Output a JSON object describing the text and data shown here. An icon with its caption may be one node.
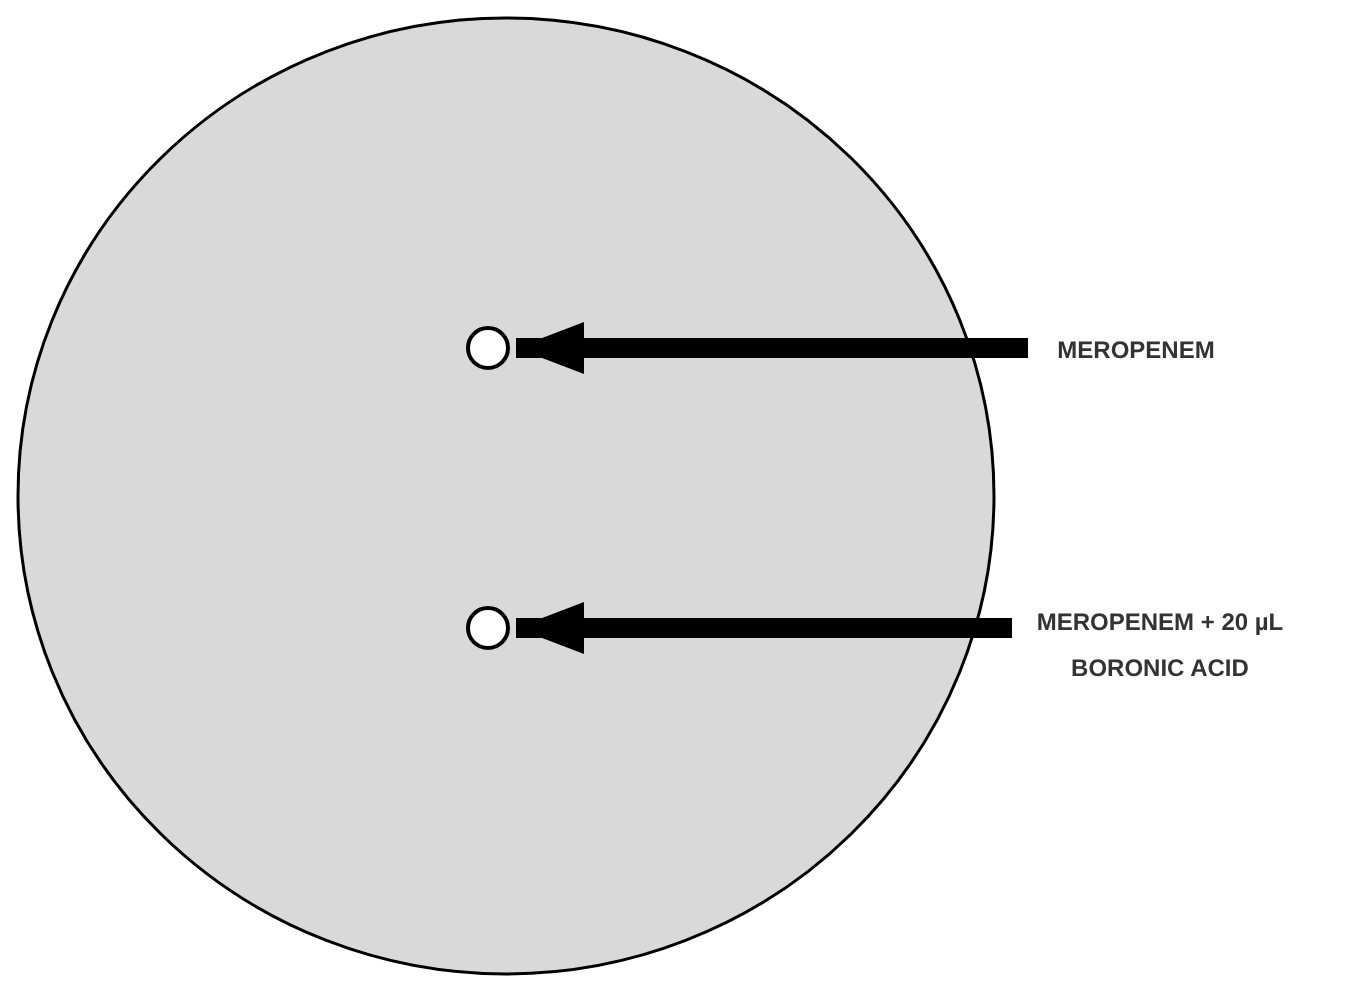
{
  "diagram": {
    "nodes": [
      {
        "text": [],
        "shape": "circle"
      },
      {
        "text": [],
        "shape": "circle",
        "in": 0
      },
      {
        "text": [],
        "shape": "circle",
        "in": 0
      },
      {
        "text": [
          "MEROPENEM"
        ]
      },
      {
        "text": [
          "MEROPENEM + 20 µL BORONIC ACID"
        ]
      }
    ],
    "edges": [
      {
        "from": 3,
        "to": 1,
        "arrow": "to"
      },
      {
        "from": 4,
        "to": 2,
        "arrow": "to"
      }
    ]
  }
}
